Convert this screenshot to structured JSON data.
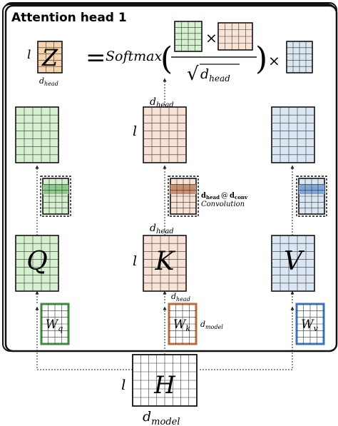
{
  "title": "Attention head 1",
  "colors": {
    "query": "#d5f0cf",
    "key": "#f8e3d6",
    "value": "#dbe6f3",
    "output": "#f6d3ad",
    "query_dark": "#8cc98a",
    "key_dark": "#c9906e",
    "value_dark": "#7ea6d6",
    "wq_border": "#3c8a3c",
    "wk_border": "#b86a3a",
    "wv_border": "#3a74b8"
  },
  "equation": {
    "l": "l",
    "z": "Z",
    "d_head": "d",
    "d_head_sub": "head",
    "equals": "=",
    "softmax": "Softmax",
    "open_paren": "(",
    "close_paren": ")",
    "times": "×",
    "times2": "×",
    "sqrt_sym": "√",
    "sqrt_d": "d",
    "sqrt_sub": "head"
  },
  "labels": {
    "top_d": "d",
    "top_sub": "head",
    "top_l": "l",
    "conv_main": "d",
    "conv_main_sub": "head",
    "conv_at": "@",
    "conv_d2": "d",
    "conv_d2_sub": "conv",
    "conv_word": "Convolution",
    "mid_d": "d",
    "mid_sub": "head",
    "mid_l": "l",
    "q": "Q",
    "k": "K",
    "v": "V",
    "wq": "W",
    "wq_sub": "q",
    "wk": "W",
    "wk_sub": "k",
    "wv": "W",
    "wv_sub": "v",
    "wk_d": "d",
    "wk_d_sub": "head",
    "wk_dm": "d",
    "wk_dm_sub": "model",
    "h": "H",
    "h_l": "l",
    "h_d": "d",
    "h_d_sub": "model"
  }
}
